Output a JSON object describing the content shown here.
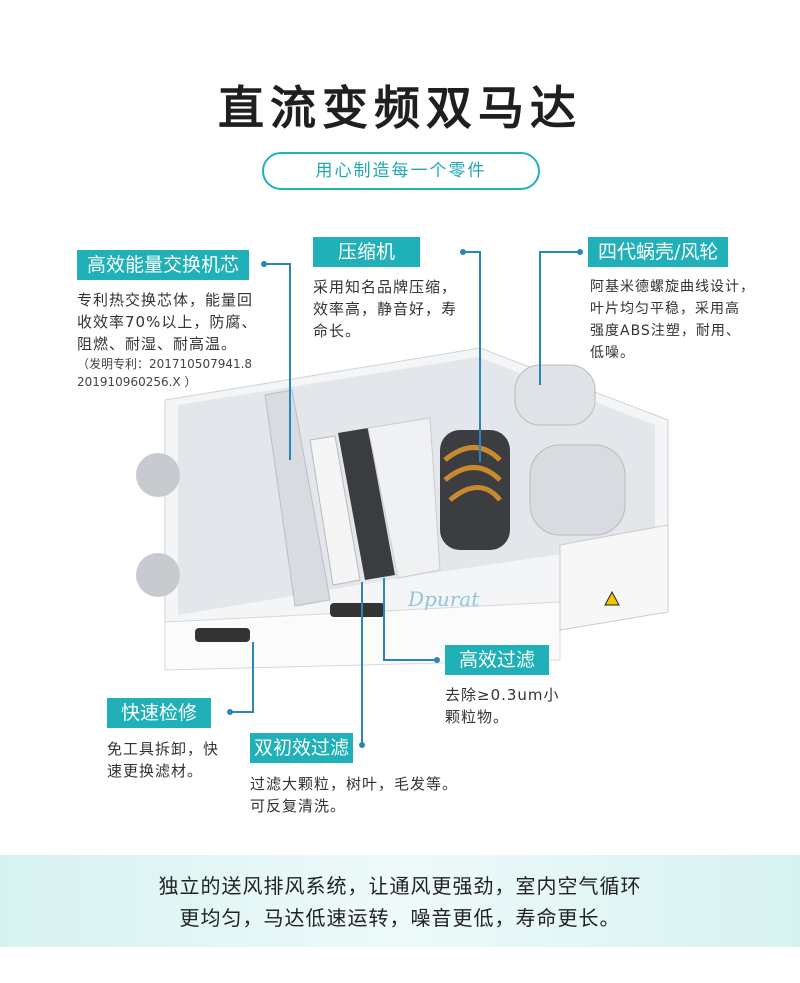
{
  "title": "直流变频双马达",
  "subtitle": "用心制造每一个零件",
  "brand": "Dpurat",
  "colors": {
    "accent": "#1fb0b8",
    "line": "#2a86b5"
  },
  "features": [
    {
      "label": "高效能量交换机芯",
      "desc": [
        "专利热交换芯体，能量回",
        "收效率70%以上，防腐、",
        "阻燃、耐湿、耐高温。"
      ],
      "note": [
        "（发明专利：201710507941.8",
        "201910960256.X ）"
      ]
    },
    {
      "label": "压缩机",
      "desc": [
        "采用知名品牌压缩，",
        "效率高，静音好，寿",
        "命长。"
      ]
    },
    {
      "label": "四代蜗壳/风轮",
      "desc": [
        "阿基米德螺旋曲线设计，",
        "叶片均匀平稳，采用高",
        "强度ABS注塑，耐用、",
        "低噪。"
      ]
    },
    {
      "label": "高效过滤",
      "desc": [
        "去除≥0.3um小",
        "颗粒物。"
      ]
    },
    {
      "label": "快速检修",
      "desc": [
        "免工具拆卸，快",
        "速更换滤材。"
      ]
    },
    {
      "label": "双初效过滤",
      "desc": [
        "过滤大颗粒，树叶，毛发等。",
        "可反复清洗。"
      ]
    }
  ],
  "footer": [
    "独立的送风排风系统，让通风更强劲，室内空气循环",
    "更均匀，马达低速运转，噪音更低，寿命更长。"
  ]
}
